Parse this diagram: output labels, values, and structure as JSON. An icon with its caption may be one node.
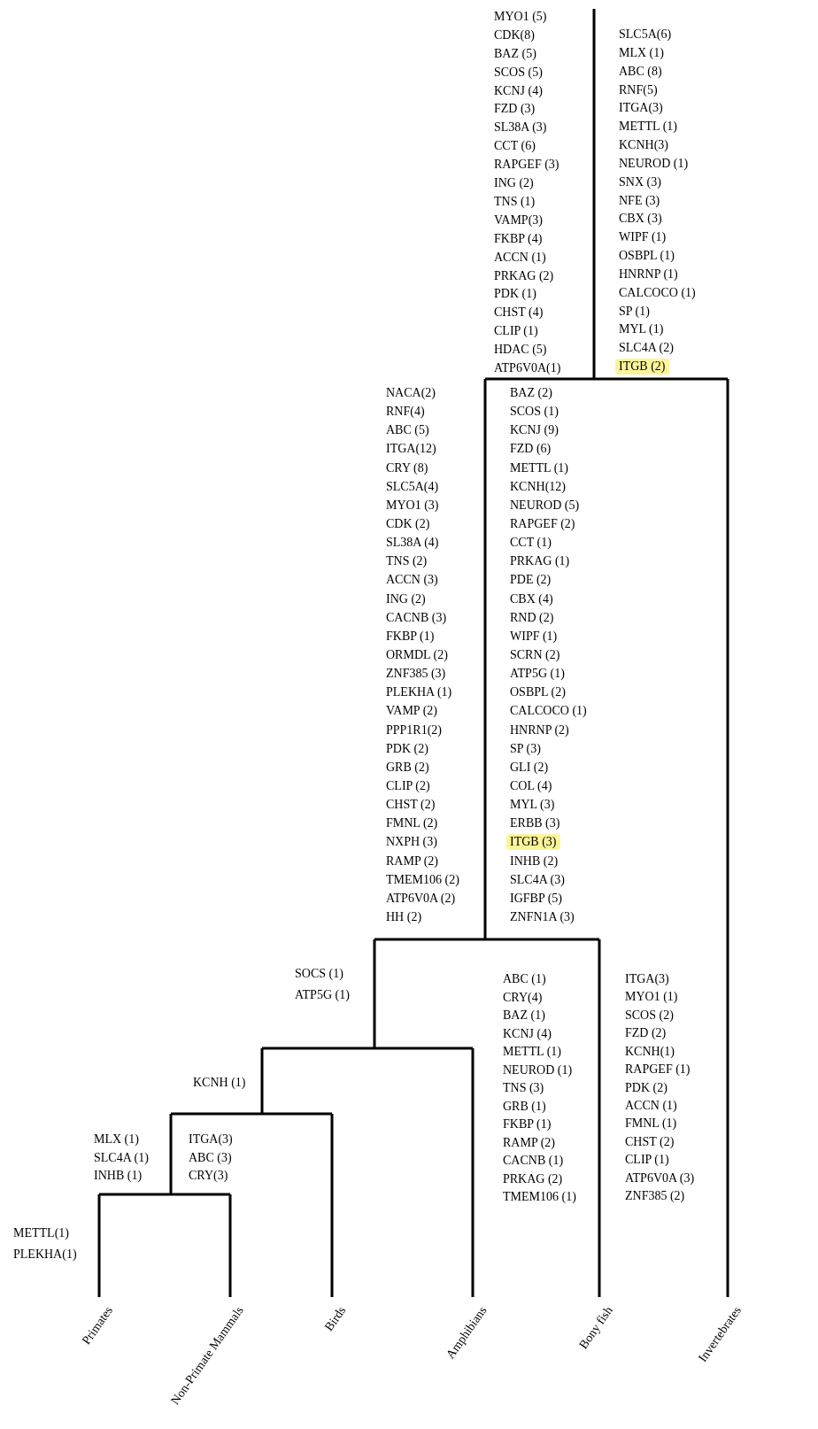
{
  "diagram": {
    "labels": [
      "MYO1 (5)",
      "CDK(8)",
      "BAZ (5)",
      "SCOS (5)",
      "KCNJ (4)",
      "FZD (3)",
      "SL38A (3)",
      "CCT (6)",
      "RAPGEF (3)",
      "ING (2)",
      "TNS (1)",
      "VAMP(3)",
      "FKBP (4)",
      "ACCN (1)",
      "PRKAG (2)",
      "PDK (1)",
      "CHST (4)",
      "CLIP (1)",
      "HDAC (5)",
      "ATP6V0A(1)",
      "SLC5A(6)",
      "MLX (1)",
      "ABC (8)",
      "RNF(5)",
      "ITGA(3)",
      "METTL (1)",
      "KCNH(3)",
      "NEUROD (1)",
      "SNX (3)",
      "NFE (3)",
      "CBX (3)",
      "WIPF (1)",
      "OSBPL (1)",
      "HNRNP (1)",
      "CALCOCO (1)",
      "SP (1)",
      "MYL (1)",
      "SLC4A (2)",
      "ITGB (2)",
      "NACA(2)",
      "RNF(4)",
      "ABC (5)",
      "ITGA(12)",
      "CRY (8)",
      "SLC5A(4)",
      "MYO1 (3)",
      "CDK (2)",
      "SL38A (4)",
      "TNS (2)",
      "ACCN (3)",
      "ING (2)",
      "CACNB (3)",
      "FKBP (1)",
      "ORMDL (2)",
      "ZNF385 (3)",
      "PLEKHA (1)",
      "VAMP (2)",
      "PPP1R1(2)",
      "PDK (2)",
      "GRB (2)",
      "CLIP (2)",
      "CHST (2)",
      "FMNL (2)",
      "NXPH (3)",
      "RAMP (2)",
      "TMEM106 (2)",
      "ATP6V0A (2)",
      "HH (2)",
      "BAZ (2)",
      "SCOS (1)",
      "KCNJ (9)",
      "FZD (6)",
      "METTL (1)",
      "KCNH(12)",
      "NEUROD (5)",
      "RAPGEF (2)",
      "CCT (1)",
      "PRKAG (1)",
      "PDE (2)",
      "CBX (4)",
      "RND (2)",
      "WIPF (1)",
      "SCRN (2)",
      "ATP5G (1)",
      "OSBPL (2)",
      "CALCOCO (1)",
      "HNRNP (2)",
      "SP (3)",
      "GLI (2)",
      "COL (4)",
      "MYL (3)",
      "ERBB (3)",
      "ITGB (3)",
      "INHB (2)",
      "SLC4A (3)",
      "IGFBP (5)",
      "ZNFN1A (3)",
      "SOCS (1)",
      "ATP5G (1)",
      "KCNH (1)",
      "MLX (1)",
      "SLC4A (1)",
      "INHB (1)",
      "ITGA(3)",
      "ABC (3)",
      "CRY(3)",
      "METTL(1)",
      "PLEKHA(1)",
      "ABC (1)",
      "CRY(4)",
      "BAZ (1)",
      "KCNJ (4)",
      "METTL (1)",
      "NEUROD (1)",
      "TNS (3)",
      "GRB (1)",
      "FKBP (1)",
      "RAMP (2)",
      "CACNB (1)",
      "PRKAG (2)",
      "TMEM106 (1)",
      "ITGA(3)",
      "MYO1 (1)",
      "SCOS (2)",
      "FZD (2)",
      "KCNH(1)",
      "RAPGEF (1)",
      "PDK (2)",
      "ACCN (1)",
      "FMNL (1)",
      "CHST (2)",
      "CLIP (1)",
      "ATP6V0A (3)",
      "ZNF385 (2)",
      "Primates",
      "Non-Primate Mammals",
      "Birds",
      "Amphibians",
      "Bony fish",
      "Invertebrates"
    ]
  }
}
